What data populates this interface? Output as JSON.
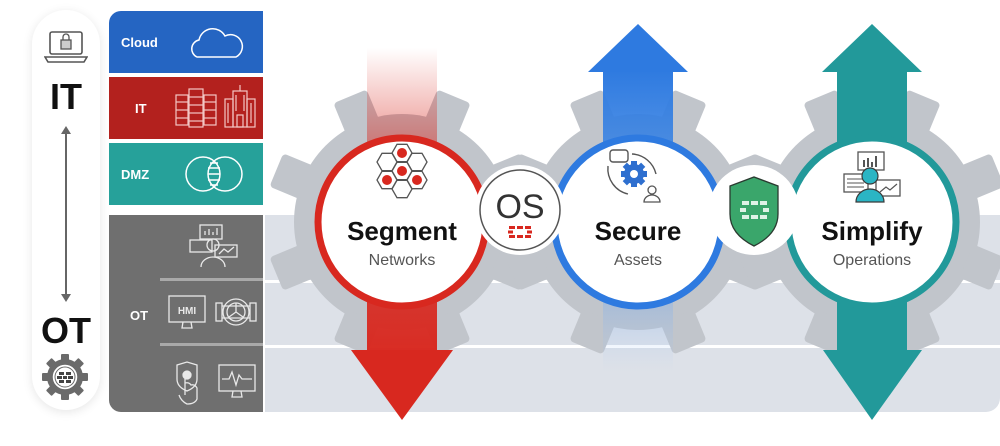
{
  "left_axis": {
    "top_label": "IT",
    "bottom_label": "OT",
    "top_icon": "laptop-lock-icon",
    "bottom_icon": "gear-fortinet-icon"
  },
  "layers": [
    {
      "label": "Cloud",
      "color": "#2565c2",
      "icons": [
        "cloud-icon"
      ]
    },
    {
      "label": "IT",
      "color": "#b3211e",
      "icons": [
        "server-rack-icon",
        "building-icon"
      ]
    },
    {
      "label": "DMZ",
      "color": "#26a19a",
      "icons": [
        "venn-overlap-icon"
      ]
    },
    {
      "label": "OT",
      "color": "#6f6f6f",
      "icons": [
        "operator-dashboard-icon",
        "hmi-monitor-icon",
        "valve-icon",
        "shield-touch-icon",
        "ecg-monitor-icon"
      ]
    }
  ],
  "ot_hmi_label": "HMI",
  "pillars": [
    {
      "title": "Segment",
      "subtitle": "Networks",
      "color": "#d8281f",
      "direction": "down",
      "icon": "hexagon-network-icon"
    },
    {
      "title": "Secure",
      "subtitle": "Assets",
      "color": "#2e7ae0",
      "direction": "up",
      "icon": "gear-cycle-user-icon"
    },
    {
      "title": "Simplify",
      "subtitle": "Operations",
      "color": "#22999a",
      "direction": "both",
      "icon": "operator-dashboard-icon"
    }
  ],
  "connectors": [
    {
      "label": "OS",
      "icon": "fortinet-logo-icon",
      "accent": "#d8281f"
    },
    {
      "icon": "fortinet-shield-icon",
      "accent": "#3aa66b"
    }
  ]
}
